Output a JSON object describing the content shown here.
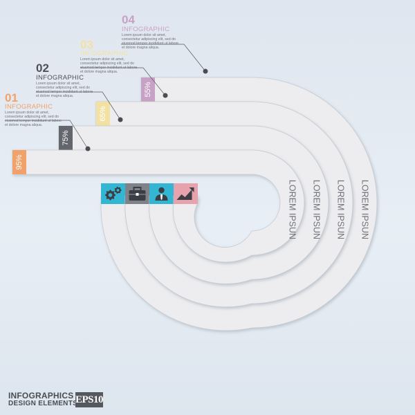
{
  "colors": {
    "band": "#ededef",
    "band_stroke": "#c6ccd4",
    "orange": "#f0a26a",
    "dark": "#63666c",
    "yellow": "#f3e1a4",
    "purple": "#c7a2c6",
    "pink": "#e6a2ad",
    "teal": "#34b6d2",
    "gray_icon": "#7f8288",
    "arc_text": "#6f737a",
    "leader": "#55585e"
  },
  "steps": [
    {
      "num": "01",
      "title": "INFOGRAPHIC",
      "percent": "95%",
      "num_color": "#f0a26a",
      "title_color": "#f0a26a",
      "tab_color": "#f0a26a",
      "tab_text_color": "#ffffff",
      "arc_label": "LOREM IPSUN",
      "icon": "chart-growth-icon",
      "icon_bg": "#e6a2ad",
      "text": "Lorem ipsum dolor sit amet, consectetur adipiscing elit, sed do eiusmod tempor incididunt ut labore et dolore magna aliqua."
    },
    {
      "num": "02",
      "title": "INFOGRAPHIC",
      "percent": "75%",
      "num_color": "#4e5157",
      "title_color": "#4e5157",
      "tab_color": "#63666c",
      "tab_text_color": "#ffffff",
      "arc_label": "LOREM IPSUN",
      "icon": "businessman-icon",
      "icon_bg": "#34b6d2",
      "text": "Lorem ipsum dolor sit amet, consectetur adipiscing elit, sed do eiusmod tempor incididunt ut labore et dolore magna aliqua."
    },
    {
      "num": "03",
      "title": "INFOGRAPHIC",
      "percent": "65%",
      "num_color": "#f3e1a4",
      "title_color": "#f3e1a4",
      "tab_color": "#f3e1a4",
      "tab_text_color": "#ffffff",
      "arc_label": "LOREM IPSUN",
      "icon": "briefcase-icon",
      "icon_bg": "#7f8288",
      "text": "Lorem ipsum dolor sit amet, consectetur adipiscing elit, sed do eiusmod tempor incididunt ut labore et dolore magna aliqua."
    },
    {
      "num": "04",
      "title": "INFOGRAPHIC",
      "percent": "55%",
      "num_color": "#c7a2c6",
      "title_color": "#c7a2c6",
      "tab_color": "#c7a2c6",
      "tab_text_color": "#ffffff",
      "arc_label": "LOREM IPSUN",
      "icon": "gears-icon",
      "icon_bg": "#34b6d2",
      "text": "Lorem ipsum dolor sit amet, consectetur adipiscing elit, sed do eiusmod tempor incididunt ut labore et dolore magna aliqua."
    }
  ],
  "footer": {
    "title": "INFOGRAPHICS",
    "subtitle": "DESIGN ELEMENTS",
    "badge": "EPS10"
  }
}
